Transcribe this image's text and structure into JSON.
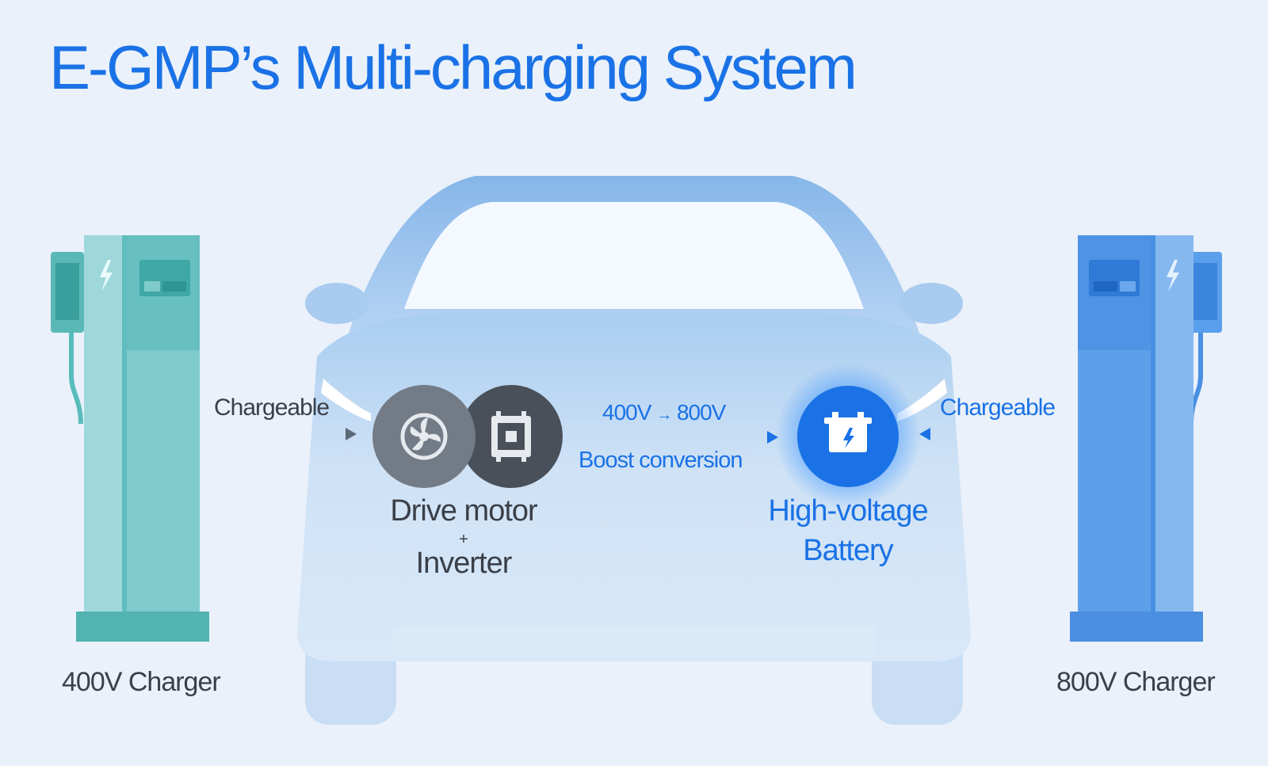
{
  "title": "E-GMP’s Multi-charging System",
  "left_charger": {
    "label": "400V Charger",
    "arrow_label": "Chargeable",
    "color": "#73c7c7"
  },
  "right_charger": {
    "label": "800V Charger",
    "arrow_label": "Chargeable",
    "color": "#5b9ded"
  },
  "motor": {
    "line1": "Drive motor",
    "plus": "+",
    "line2": "Inverter"
  },
  "boost": {
    "voltage_from": "400V",
    "arrow": "→",
    "voltage_to": "800V",
    "label": "Boost conversion"
  },
  "battery": {
    "line1": "High-voltage",
    "line2": "Battery",
    "color": "#1a72e6"
  },
  "icons": [
    "bolt-icon",
    "fan-icon",
    "inverter-chip-icon",
    "battery-icon"
  ],
  "colors": {
    "accent": "#1a72e6",
    "background": "#eaf1fa",
    "text": "#3a3f48"
  }
}
